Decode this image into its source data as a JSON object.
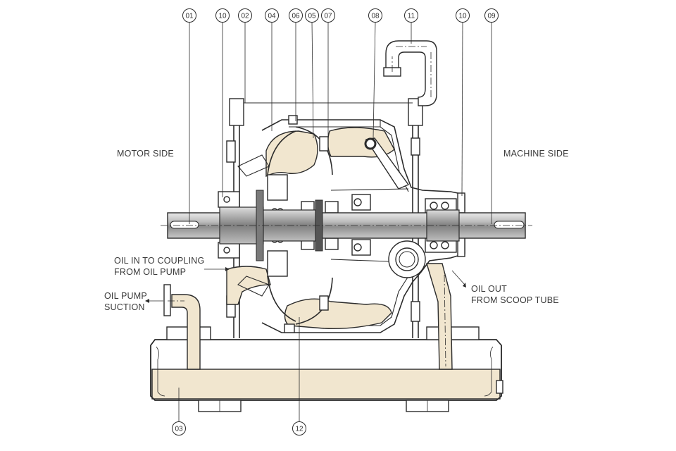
{
  "labels": {
    "motor_side": "MOTOR SIDE",
    "machine_side": "MACHINE SIDE",
    "oil_in_line1": "OIL IN TO COUPLING",
    "oil_in_line2": "FROM OIL PUMP",
    "oil_pump_line1": "OIL PUMP",
    "oil_pump_line2": "SUCTION",
    "oil_out_line1": "OIL OUT",
    "oil_out_line2": "FROM SCOOP TUBE"
  },
  "callouts_top": [
    "01",
    "10",
    "02",
    "04",
    "06",
    "05",
    "07",
    "08",
    "11",
    "10",
    "09"
  ],
  "callouts_bottom": [
    "03",
    "12"
  ],
  "colors": {
    "oil_fill": "#f1e6cf",
    "line": "#2b2b2b",
    "shaft_mid": "#9a9a9a"
  }
}
